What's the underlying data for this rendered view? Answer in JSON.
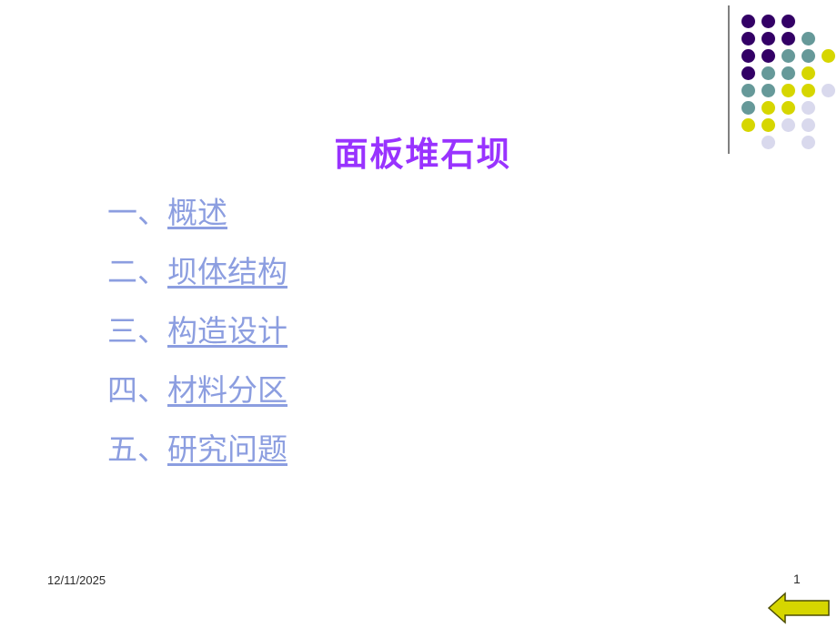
{
  "slide": {
    "title": "面板堆石坝",
    "title_color": "#9933FF",
    "background_color": "#FFFFFF",
    "link_color": "#8C9EE0"
  },
  "toc": {
    "items": [
      {
        "number": "一、",
        "label": "概述"
      },
      {
        "number": "二、",
        "label": "坝体结构"
      },
      {
        "number": "三、",
        "label": "构造设计"
      },
      {
        "number": "四、",
        "label": "材料分区"
      },
      {
        "number": "五、",
        "label": "研究问题"
      }
    ]
  },
  "footer": {
    "date": "12/11/2025",
    "page_number": "1"
  },
  "decoration": {
    "colors": {
      "purple": "#330066",
      "teal": "#669999",
      "yellow": "#D6D600",
      "lavender": "#D9D9ED",
      "rule": "#808080"
    },
    "rows": [
      [
        "purple",
        "purple",
        "purple",
        "",
        ""
      ],
      [
        "purple",
        "purple",
        "purple",
        "teal",
        ""
      ],
      [
        "purple",
        "purple",
        "teal",
        "teal",
        "yellow"
      ],
      [
        "purple",
        "teal",
        "teal",
        "yellow",
        ""
      ],
      [
        "teal",
        "teal",
        "yellow",
        "yellow",
        "lavender"
      ],
      [
        "teal",
        "yellow",
        "yellow",
        "lavender",
        ""
      ],
      [
        "yellow",
        "yellow",
        "lavender",
        "lavender",
        ""
      ],
      [
        "",
        "lavender",
        "",
        "lavender",
        ""
      ]
    ]
  },
  "nav": {
    "back_arrow_label": "back-arrow",
    "arrow_fill": "#D6D600",
    "arrow_stroke": "#4D4D00"
  }
}
